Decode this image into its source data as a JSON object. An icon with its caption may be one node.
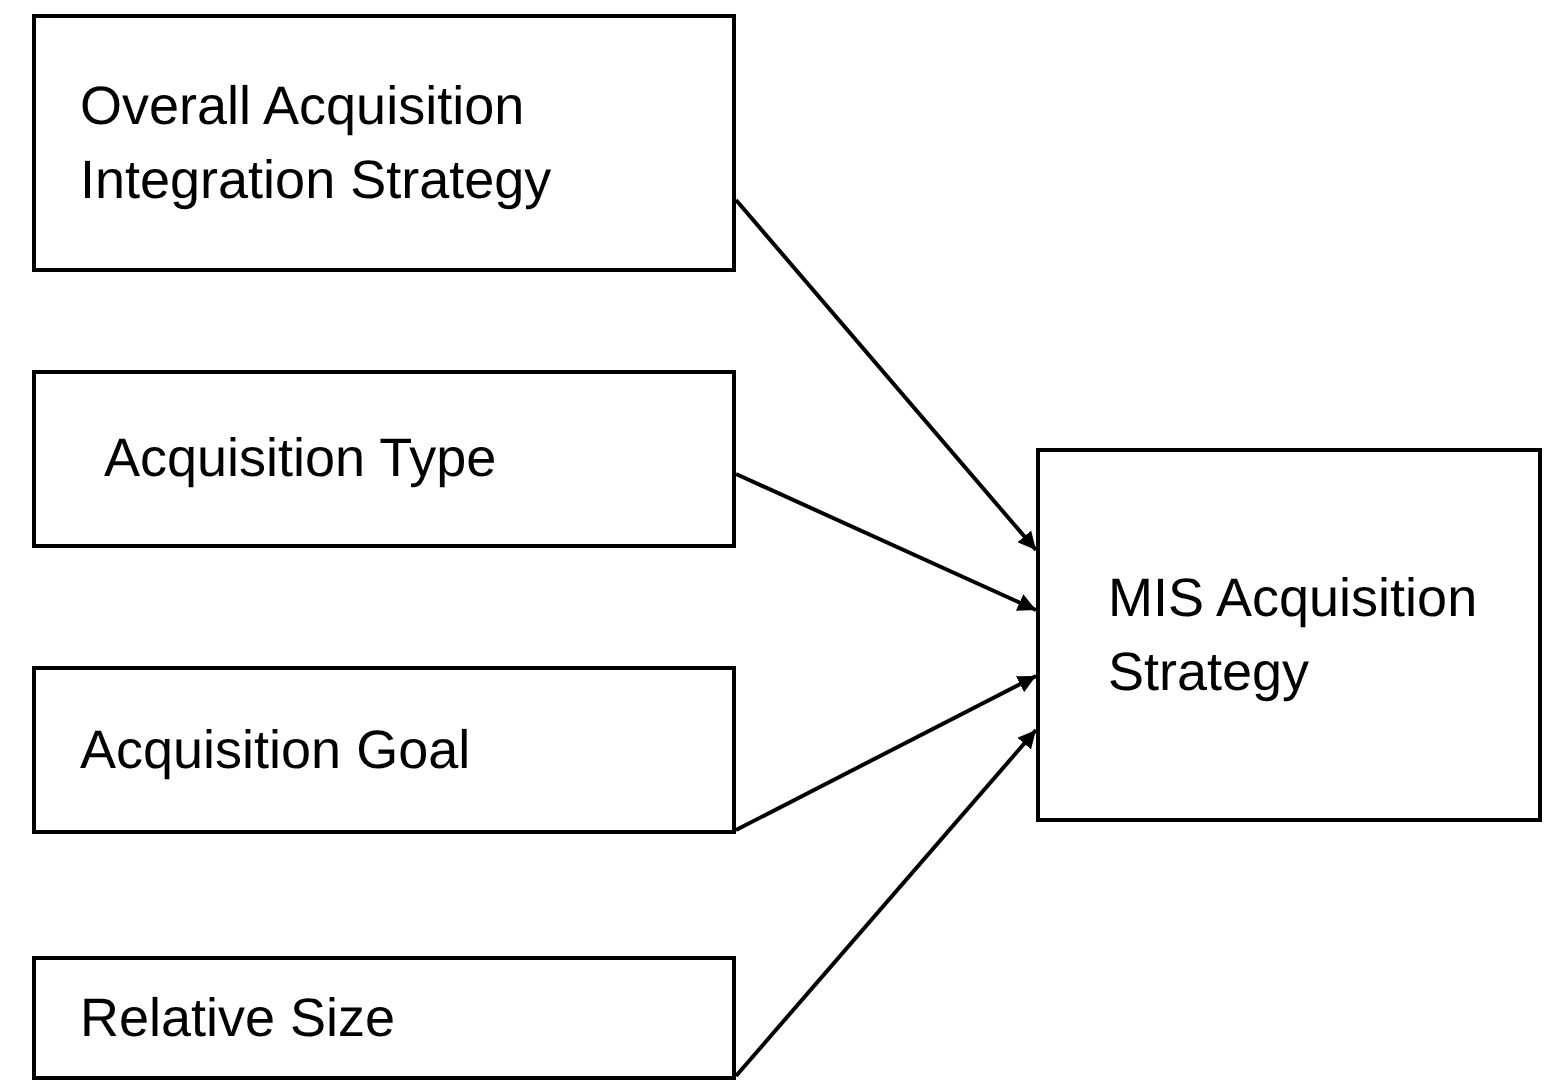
{
  "diagram": {
    "nodes": [
      {
        "text": [
          "Overall Acquisition Integration Strategy"
        ]
      },
      {
        "text": [
          "Acquisition Type"
        ]
      },
      {
        "text": [
          "Acquisition Goal"
        ]
      },
      {
        "text": [
          "Relative Size"
        ]
      },
      {
        "text": [
          "MIS Acquisition Strategy"
        ]
      }
    ],
    "edges": [
      {
        "from": 0,
        "to": 4,
        "arrow": "to"
      },
      {
        "from": 1,
        "to": 4,
        "arrow": "to"
      },
      {
        "from": 2,
        "to": 4,
        "arrow": "to"
      },
      {
        "from": 3,
        "to": 4,
        "arrow": "to"
      }
    ]
  }
}
